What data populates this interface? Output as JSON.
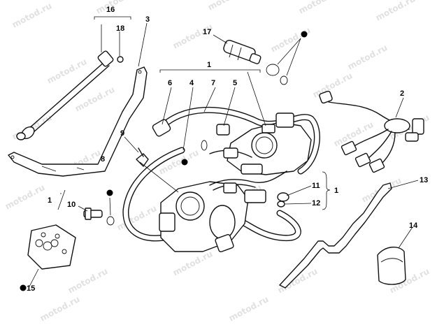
{
  "watermark": "motod.ru",
  "callouts": {
    "c1_top": "1",
    "c1_right": "1",
    "c1_left": "1",
    "c2": "2",
    "c3": "3",
    "c4": "4",
    "c5": "5",
    "c6": "6",
    "c7": "7",
    "c8": "8",
    "c9": "9",
    "c10": "10",
    "c11": "11",
    "c12": "12",
    "c13": "13",
    "c14": "14",
    "c15": "15",
    "c16": "16",
    "c17": "17",
    "c18": "18"
  },
  "symbols": {
    "bullet": "●"
  }
}
